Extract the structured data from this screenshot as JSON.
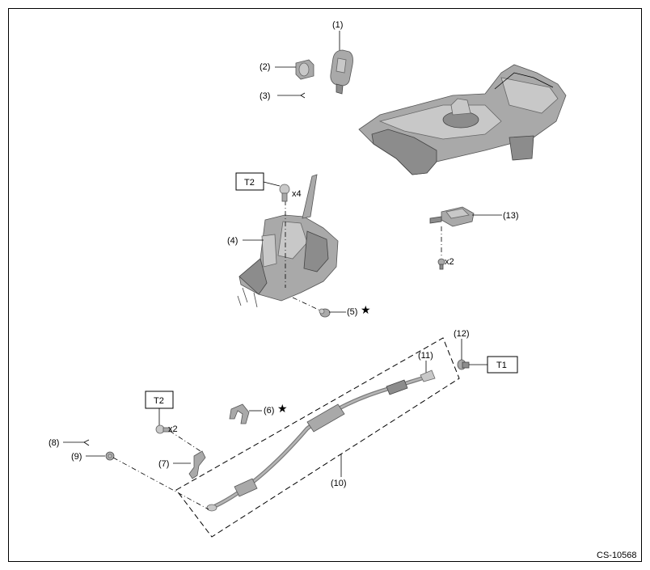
{
  "diagram": {
    "callouts": {
      "c1": "(1)",
      "c2": "(2)",
      "c3": "(3)",
      "c4": "(4)",
      "c5": "(5)",
      "c6": "(6)",
      "c7": "(7)",
      "c8": "(8)",
      "c9": "(9)",
      "c10": "(10)",
      "c11": "(11)",
      "c12": "(12)",
      "c13": "(13)"
    },
    "torque_tags": {
      "t2_upper": "T2",
      "t2_lower": "T2",
      "t1": "T1"
    },
    "quantities": {
      "q_bolt4": "x4",
      "q_bolt2": "x2",
      "q_clip2": "x2"
    },
    "star_symbol": "★",
    "figure_code": "CS-10568"
  }
}
